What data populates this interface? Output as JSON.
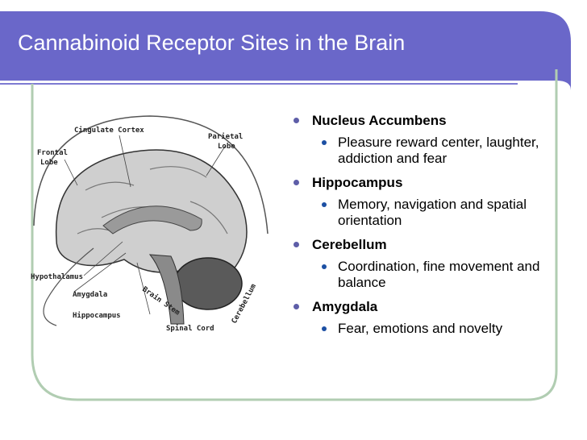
{
  "slide": {
    "title": "Cannabinoid Receptor Sites in the Brain",
    "colors": {
      "header": "#6a67c9",
      "border": "#b1cdb2",
      "bullet": "#5e5ea8",
      "sub_bullet": "#1c4fa3"
    }
  },
  "diagram": {
    "labels": {
      "cingulate_cortex": "Cingulate Cortex",
      "parietal_lobe_1": "Parietal",
      "parietal_lobe_2": "Lobe",
      "frontal_lobe_1": "Frontal",
      "frontal_lobe_2": "Lobe",
      "hypothalamus": "Hypothalamus",
      "amygdala": "Amygdala",
      "hippocampus": "Hippocampus",
      "brain_stem": "Brain Stem",
      "spinal_cord": "Spinal Cord",
      "cerebellum": "Cerebellum"
    }
  },
  "bullets": [
    {
      "label": "Nucleus Accumbens",
      "description": "Pleasure reward center, laughter, addiction and fear"
    },
    {
      "label": "Hippocampus",
      "description": "Memory, navigation and spatial orientation"
    },
    {
      "label": "Cerebellum",
      "description": "Coordination, fine movement and balance"
    },
    {
      "label": "Amygdala",
      "description": "Fear, emotions and novelty"
    }
  ]
}
